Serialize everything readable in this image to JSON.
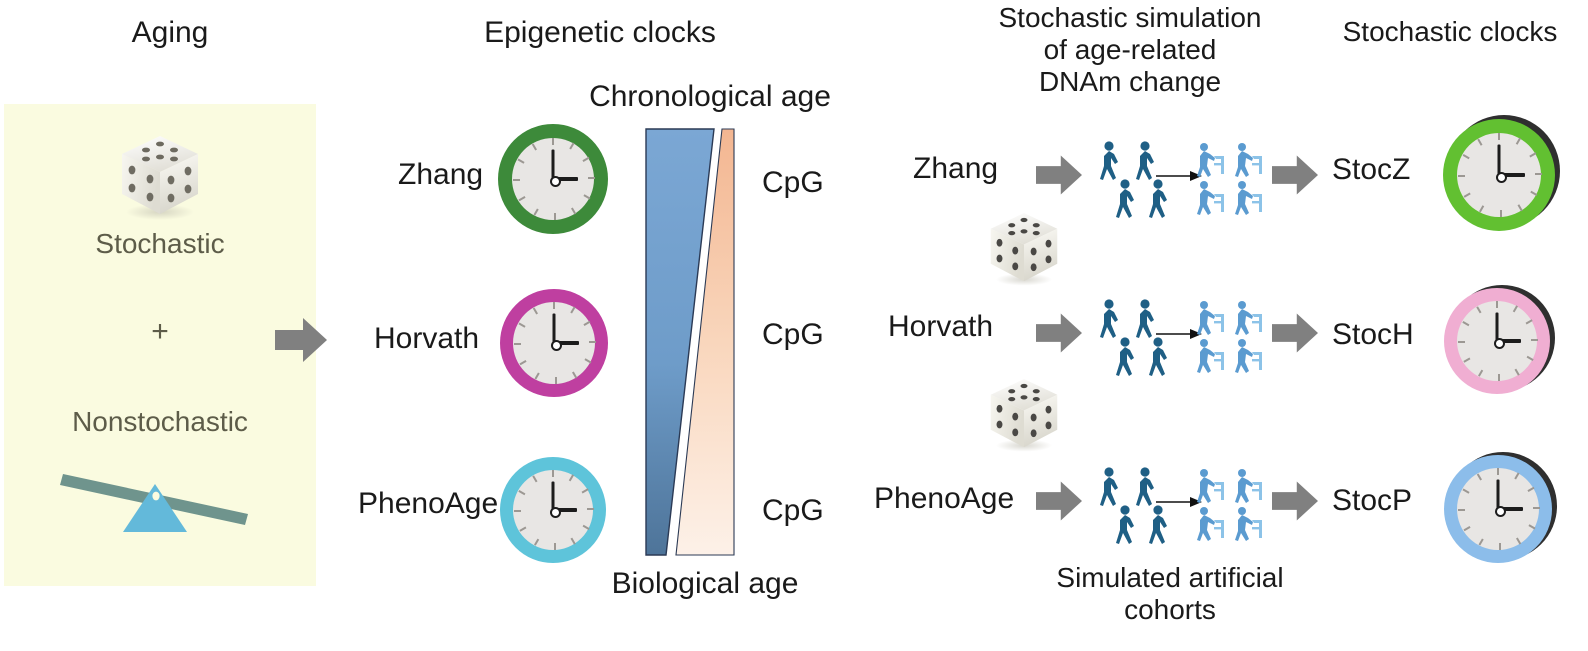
{
  "titles": {
    "aging": "Aging",
    "epigenetic_clocks": "Epigenetic clocks",
    "stochastic_simulation_l1": "Stochastic simulation",
    "stochastic_simulation_l2": "of age-related",
    "stochastic_simulation_l3": "DNAm change",
    "stochastic_clocks": "Stochastic clocks"
  },
  "aging_panel": {
    "stochastic_label": "Stochastic",
    "plus_label": "+",
    "nonstochastic_label": "Nonstochastic",
    "background_color": "#fafbe0",
    "text_color": "#5d5c49",
    "dice_icon": "dice-icon",
    "seesaw_icon": "seesaw-icon",
    "seesaw_bar_color": "#6f948d",
    "seesaw_fulcrum_color": "#63b9da"
  },
  "epigenetic_clocks": [
    {
      "name": "Zhang",
      "ring_color": "#3d8a3a",
      "face_color": "#e8e6e4",
      "icon": "clock-icon"
    },
    {
      "name": "Horvath",
      "ring_color": "#bf3fa0",
      "face_color": "#e8e6e4",
      "icon": "clock-icon"
    },
    {
      "name": "PhenoAge",
      "ring_color": "#5ec4da",
      "face_color": "#e8e6e4",
      "icon": "clock-icon"
    }
  ],
  "wedge_chart": {
    "top_label": "Chronological age",
    "bottom_label": "Biological age",
    "cpg_labels": [
      "CpG",
      "CpG",
      "CpG"
    ],
    "chronological_color_top": "#6e9fd0",
    "chronological_color_bottom": "#52789e",
    "biological_color_top": "#f4bb96",
    "biological_color_bottom": "#fdf0e6",
    "outline_color": "#2b3a55"
  },
  "simulation_rows": [
    {
      "clock_name": "Zhang",
      "young_icon": "walking-people-icon",
      "old_icon": "elderly-walker-icon",
      "result_label": "StocZ",
      "result_ring_color": "#62c031"
    },
    {
      "clock_name": "Horvath",
      "young_icon": "walking-people-icon",
      "old_icon": "elderly-walker-icon",
      "result_label": "StocH",
      "result_ring_color": "#f0aed2"
    },
    {
      "clock_name": "PhenoAge",
      "young_icon": "walking-people-icon",
      "old_icon": "elderly-walker-icon",
      "result_label": "StocP",
      "result_ring_color": "#8cbdea"
    }
  ],
  "simulation_footer_l1": "Simulated artificial",
  "simulation_footer_l2": "cohorts",
  "icons": {
    "block_arrow": "block-arrow-icon",
    "thin_arrow": "thin-arrow-icon",
    "dice": "dice-icon"
  },
  "colors": {
    "block_arrow": "#808080",
    "young_person": "#1f5f85",
    "old_person": "#5b9bd0",
    "clock_shadow": "#2f2f2f"
  }
}
